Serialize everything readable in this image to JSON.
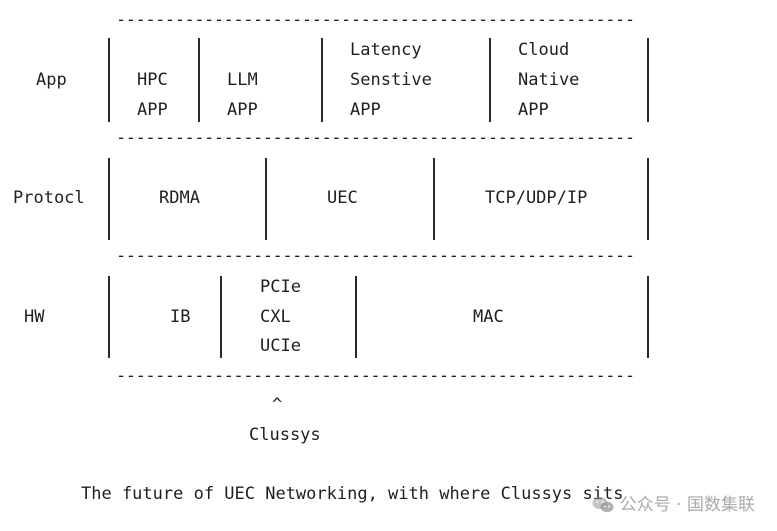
{
  "dash_line": "-----------------------------------------------------",
  "row_labels": {
    "app": "App",
    "protocol": "Protocl",
    "hw": "HW"
  },
  "app_cells": {
    "hpc": [
      "HPC",
      "APP"
    ],
    "llm": [
      "LLM",
      "APP"
    ],
    "latency": [
      "Latency",
      "Senstive",
      "APP"
    ],
    "cloud": [
      "Cloud",
      "Native",
      "APP"
    ]
  },
  "protocol_cells": {
    "rdma": "RDMA",
    "uec": "UEC",
    "tcp": "TCP/UDP/IP"
  },
  "hw_cells": {
    "ib": "IB",
    "interconnect": [
      "PCIe",
      "CXL",
      "UCIe"
    ],
    "mac": "MAC"
  },
  "pointer": {
    "caret": "^",
    "label": "Clussys"
  },
  "caption": "The future of UEC Networking, with where Clussys sits",
  "watermark": {
    "account": "公众号 · 国数集联",
    "icon": "wechat-icon"
  }
}
